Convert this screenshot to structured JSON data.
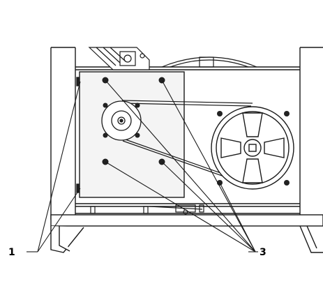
{
  "diagram": {
    "callouts": [
      {
        "id": "1",
        "label": "1"
      },
      {
        "id": "3",
        "label": "3"
      }
    ],
    "colors": {
      "stroke": "#1a1a1a",
      "frame_fill": "#ffffff",
      "plate_fill": "#f4f4f4",
      "screw_fill": "#222222"
    }
  }
}
